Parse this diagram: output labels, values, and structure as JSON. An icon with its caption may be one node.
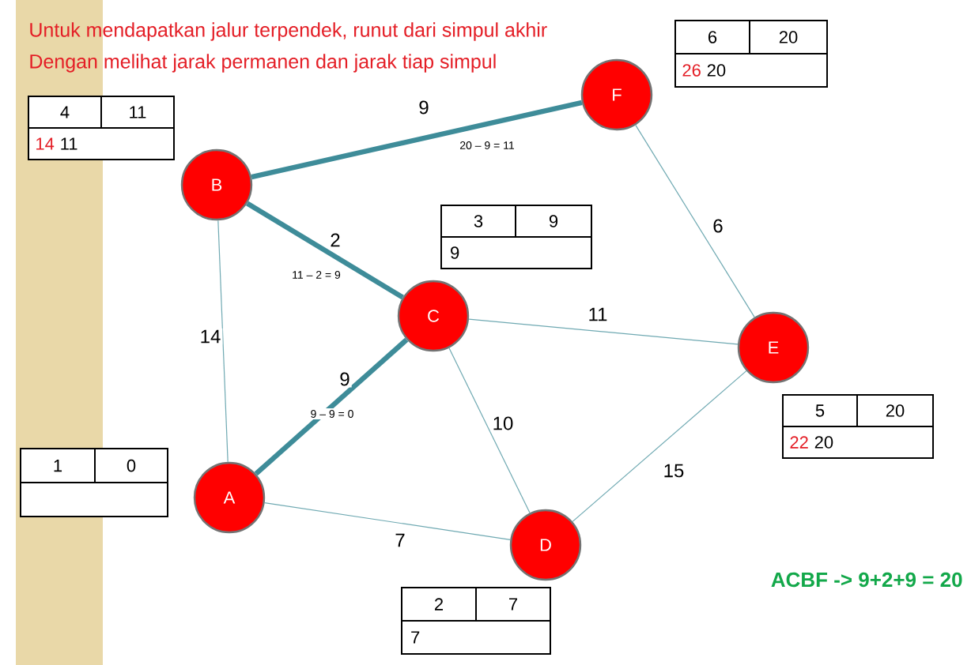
{
  "diagram": {
    "nodes": [
      {
        "text": [
          "F"
        ]
      },
      {
        "text": [
          "6",
          "20",
          "26",
          "20"
        ]
      },
      {
        "text": [
          "B"
        ]
      },
      {
        "text": [
          "4",
          "11",
          "14",
          "11"
        ]
      },
      {
        "text": [
          "C"
        ]
      },
      {
        "text": [
          "3",
          "9",
          "9"
        ]
      },
      {
        "text": [
          "E"
        ]
      },
      {
        "text": [
          "5",
          "20",
          "22",
          "20"
        ]
      },
      {
        "text": [
          "A"
        ]
      },
      {
        "text": [
          "1",
          "0"
        ]
      },
      {
        "text": [
          "D"
        ]
      },
      {
        "text": [
          "2",
          "7",
          "7"
        ]
      }
    ],
    "edges": [
      {
        "from": 2,
        "to": 0,
        "arrow": "none",
        "label": "9",
        "style": "thick"
      },
      {
        "from": 2,
        "to": 4,
        "arrow": "none",
        "label": "2",
        "style": "thick"
      },
      {
        "from": 2,
        "to": 8,
        "arrow": "none",
        "label": "14"
      },
      {
        "from": 0,
        "to": 6,
        "arrow": "none",
        "label": "6"
      },
      {
        "from": 4,
        "to": 6,
        "arrow": "none",
        "label": "11"
      },
      {
        "from": 8,
        "to": 4,
        "arrow": "none",
        "label": "9",
        "style": "thick"
      },
      {
        "from": 4,
        "to": 10,
        "arrow": "none",
        "label": "10"
      },
      {
        "from": 10,
        "to": 6,
        "arrow": "none",
        "label": "15"
      },
      {
        "from": 8,
        "to": 10,
        "arrow": "none",
        "label": "7"
      }
    ],
    "labels": [
      "Untuk mendapatkan jalur terpendek, runut dari simpul akhir",
      "Dengan melihat jarak permanen dan jarak tiap simpul",
      "20 – 9 = 11",
      "11 – 2 = 9",
      "9 – 9 = 0",
      "ACBF -> 9+2+9 = 20"
    ]
  }
}
